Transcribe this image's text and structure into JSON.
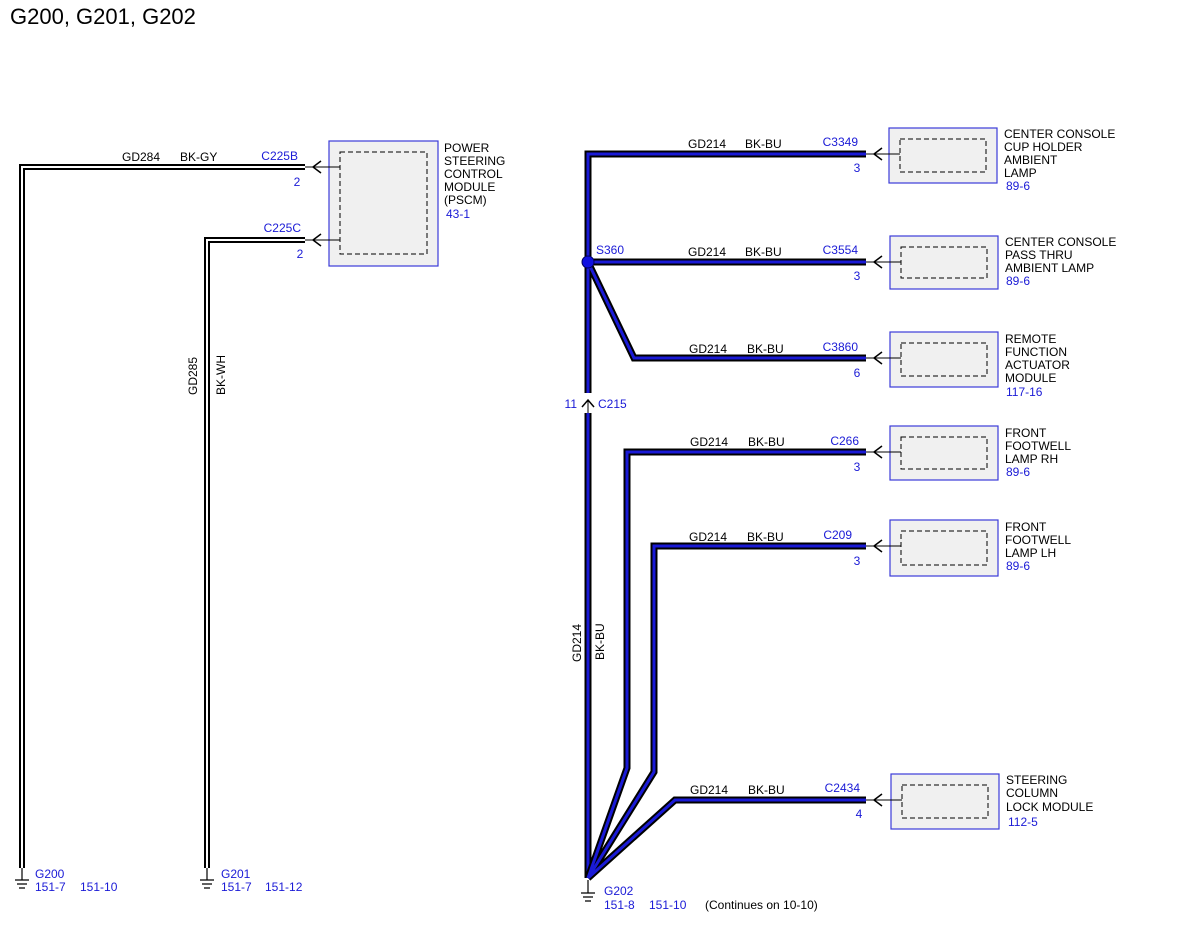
{
  "title": "G200, G201, G202",
  "wire_bk_gy": {
    "circuit": "GD284",
    "color": "BK-GY"
  },
  "wire_bk_wh": {
    "circuit": "GD285",
    "color": "BK-WH"
  },
  "wire_bk_bu": {
    "circuit": "GD214",
    "color": "BK-BU"
  },
  "pscm": {
    "name_lines": [
      "POWER",
      "STEERING",
      "CONTROL",
      "MODULE",
      "(PSCM)"
    ],
    "ref": "43-1",
    "connector_b": {
      "connector": "C225B",
      "pin": "2"
    },
    "connector_c": {
      "connector": "C225C",
      "pin": "2"
    }
  },
  "modules": [
    {
      "name_lines": [
        "CENTER CONSOLE",
        "CUP HOLDER",
        "AMBIENT",
        "LAMP"
      ],
      "ref": "89-6",
      "connector": "C3349",
      "pin": "3"
    },
    {
      "name_lines": [
        "CENTER CONSOLE",
        "PASS THRU",
        "AMBIENT LAMP"
      ],
      "ref": "89-6",
      "connector": "C3554",
      "pin": "3"
    },
    {
      "name_lines": [
        "REMOTE",
        "FUNCTION",
        "ACTUATOR",
        "MODULE"
      ],
      "ref": "117-16",
      "connector": "C3860",
      "pin": "6"
    },
    {
      "name_lines": [
        "FRONT",
        "FOOTWELL",
        "LAMP RH"
      ],
      "ref": "89-6",
      "connector": "C266",
      "pin": "3"
    },
    {
      "name_lines": [
        "FRONT",
        "FOOTWELL",
        "LAMP LH"
      ],
      "ref": "89-6",
      "connector": "C209",
      "pin": "3"
    },
    {
      "name_lines": [
        "STEERING",
        "COLUMN",
        "LOCK MODULE"
      ],
      "ref": "112-5",
      "connector": "C2434",
      "pin": "4"
    }
  ],
  "splice": "S360",
  "inline_connector": {
    "connector": "C215",
    "pin": "11"
  },
  "grounds": [
    {
      "name": "G200",
      "refs": [
        "151-7",
        "151-10"
      ]
    },
    {
      "name": "G201",
      "refs": [
        "151-7",
        "151-12"
      ]
    },
    {
      "name": "G202",
      "refs": [
        "151-8",
        "151-10"
      ]
    }
  ],
  "continues_note": "(Continues on 10-10)",
  "colors": {
    "wire_outline": "#000000",
    "wire_bk_bu_core": "#1a1ad6",
    "wire_core_white": "#ffffff",
    "module_border": "#3b3bd9",
    "module_fill": "#f0f0f0",
    "reference_text": "#1a1ad6"
  }
}
